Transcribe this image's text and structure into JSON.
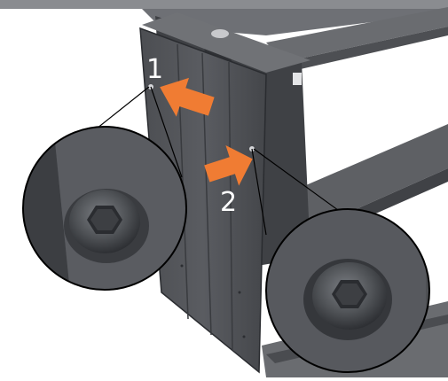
{
  "steps": [
    {
      "number": "1",
      "direction": "right-to-left",
      "color": "#f07c33"
    },
    {
      "number": "2",
      "direction": "left-to-right",
      "color": "#f07c33"
    }
  ],
  "icons": [
    "arrow-left-icon",
    "arrow-right-icon",
    "screw-icon",
    "magnifier-circle-icon"
  ],
  "colors": {
    "panel": "#55575b",
    "panel_edge": "#3c3e42",
    "frame": "#6e7075",
    "arrow": "#f07c33",
    "background": "#ffffff"
  }
}
